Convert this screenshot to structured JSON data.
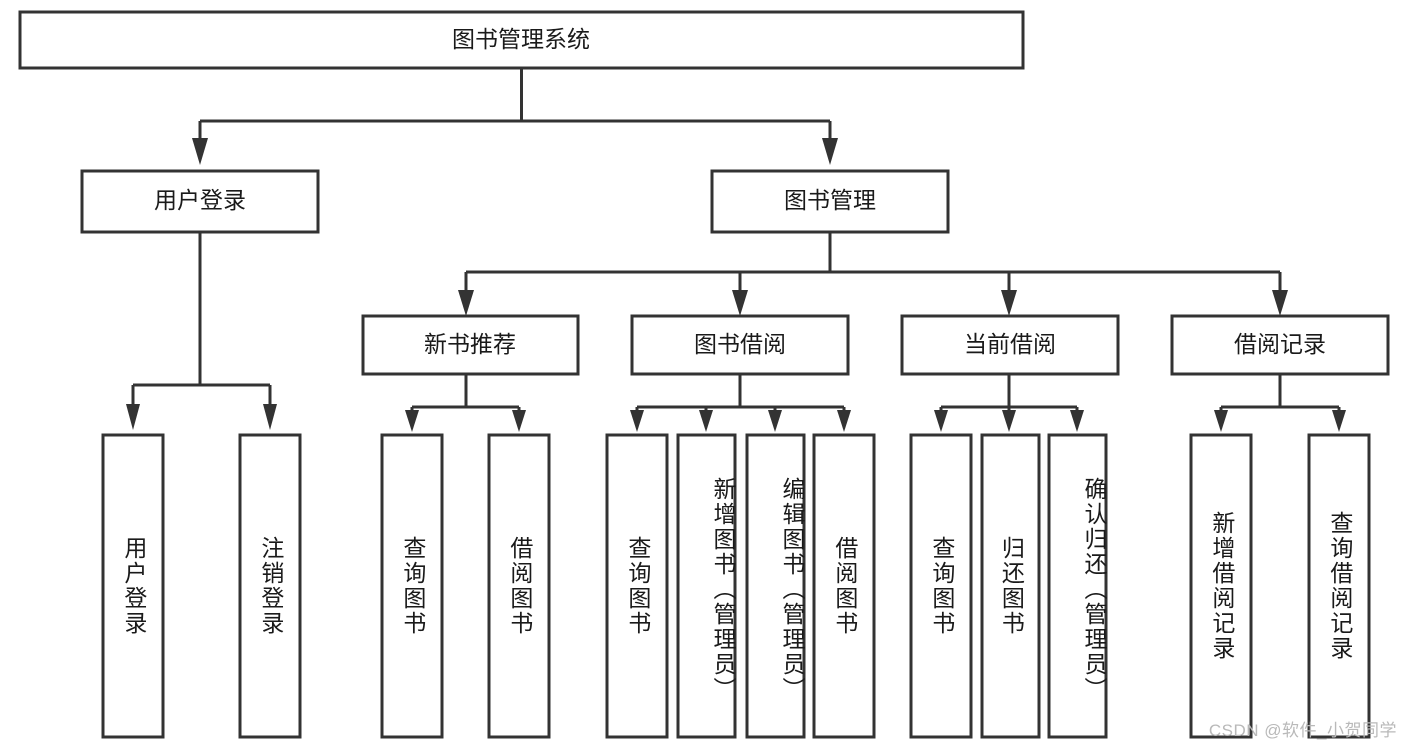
{
  "diagram": {
    "type": "tree",
    "title": "图书管理系统",
    "orientation": "top-down",
    "colors": {
      "box_stroke": "#333333",
      "box_fill": "#ffffff",
      "text": "#1a1a1a",
      "canvas": "#ffffff",
      "watermark": "#b9b9b9"
    },
    "root": {
      "label": "图书管理系统"
    },
    "level2": [
      {
        "id": "user-login",
        "label": "用户登录"
      },
      {
        "id": "book-management",
        "label": "图书管理"
      }
    ],
    "level3": [
      {
        "id": "new-book-recommend",
        "label": "新书推荐",
        "parent": "book-management"
      },
      {
        "id": "book-borrow",
        "label": "图书借阅",
        "parent": "book-management"
      },
      {
        "id": "current-borrow",
        "label": "当前借阅",
        "parent": "book-management"
      },
      {
        "id": "borrow-record",
        "label": "借阅记录",
        "parent": "book-management"
      }
    ],
    "leaves": [
      {
        "id": "leaf-user-login",
        "label": "用户登录",
        "parent": "user-login"
      },
      {
        "id": "leaf-logout-login",
        "label": "注销登录",
        "parent": "user-login"
      },
      {
        "id": "leaf-query-book-1",
        "label": "查询图书",
        "parent": "new-book-recommend"
      },
      {
        "id": "leaf-borrow-book-1",
        "label": "借阅图书",
        "parent": "new-book-recommend"
      },
      {
        "id": "leaf-query-book-2",
        "label": "查询图书",
        "parent": "book-borrow"
      },
      {
        "id": "leaf-add-book",
        "label": "新增图书（管理员）",
        "parent": "book-borrow"
      },
      {
        "id": "leaf-edit-book",
        "label": "编辑图书（管理员）",
        "parent": "book-borrow"
      },
      {
        "id": "leaf-borrow-book-2",
        "label": "借阅图书",
        "parent": "book-borrow"
      },
      {
        "id": "leaf-query-book-3",
        "label": "查询图书",
        "parent": "current-borrow"
      },
      {
        "id": "leaf-return-book",
        "label": "归还图书",
        "parent": "current-borrow"
      },
      {
        "id": "leaf-confirm-return",
        "label": "确认归还（管理员）",
        "parent": "current-borrow"
      },
      {
        "id": "leaf-add-record",
        "label": "新增借阅记录",
        "parent": "borrow-record"
      },
      {
        "id": "leaf-query-record",
        "label": "查询借阅记录",
        "parent": "borrow-record"
      }
    ]
  },
  "watermark": {
    "text": "CSDN @软件_小贺同学"
  }
}
